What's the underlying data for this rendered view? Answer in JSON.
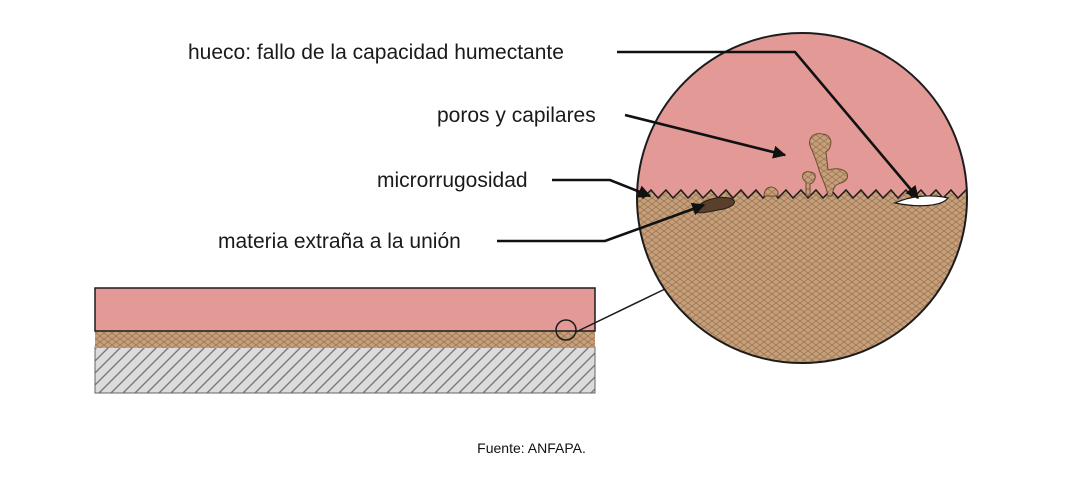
{
  "labels": {
    "hueco": "hueco: fallo de la capacidad humectante",
    "poros": "poros y capilares",
    "microrrugosidad": "microrrugosidad",
    "materia": "materia extraña a la unión"
  },
  "source": "Fuente: ANFAPA.",
  "colors": {
    "adhesive": "#e39a96",
    "substrate": "#c9a27e",
    "stroke": "#1c1c1c",
    "hatch": "#7a7a7a"
  }
}
